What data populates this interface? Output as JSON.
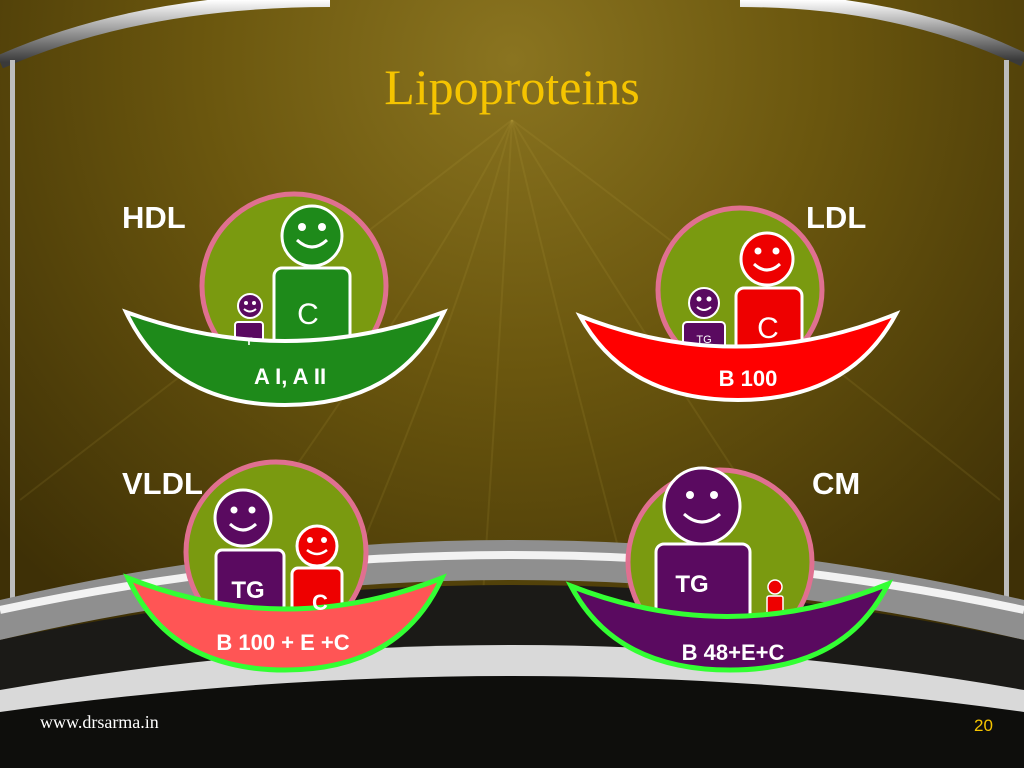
{
  "slide": {
    "title": "Lipoproteins",
    "footer_url": "www.drsarma.in",
    "page_number": "20"
  },
  "panels": {
    "hdl": {
      "label": "HDL",
      "big_letter": "C",
      "small_letter": "T",
      "apo": "A I, A II"
    },
    "ldl": {
      "label": "LDL",
      "big_letter": "C",
      "small_letter": "TG",
      "apo": "B 100"
    },
    "vldl": {
      "label": "VLDL",
      "big_letter": "TG",
      "small_letter": "C",
      "apo": "B 100 + E +C"
    },
    "cm": {
      "label": "CM",
      "big_letter": "TG",
      "apo": "B 48+E+C"
    }
  },
  "colors": {
    "green": "#1e8a1a",
    "red": "#ff0000",
    "salmon": "#ff5555",
    "purple": "#5a0a60",
    "olive_circle": "#7a9a10",
    "title": "#f5c400"
  }
}
